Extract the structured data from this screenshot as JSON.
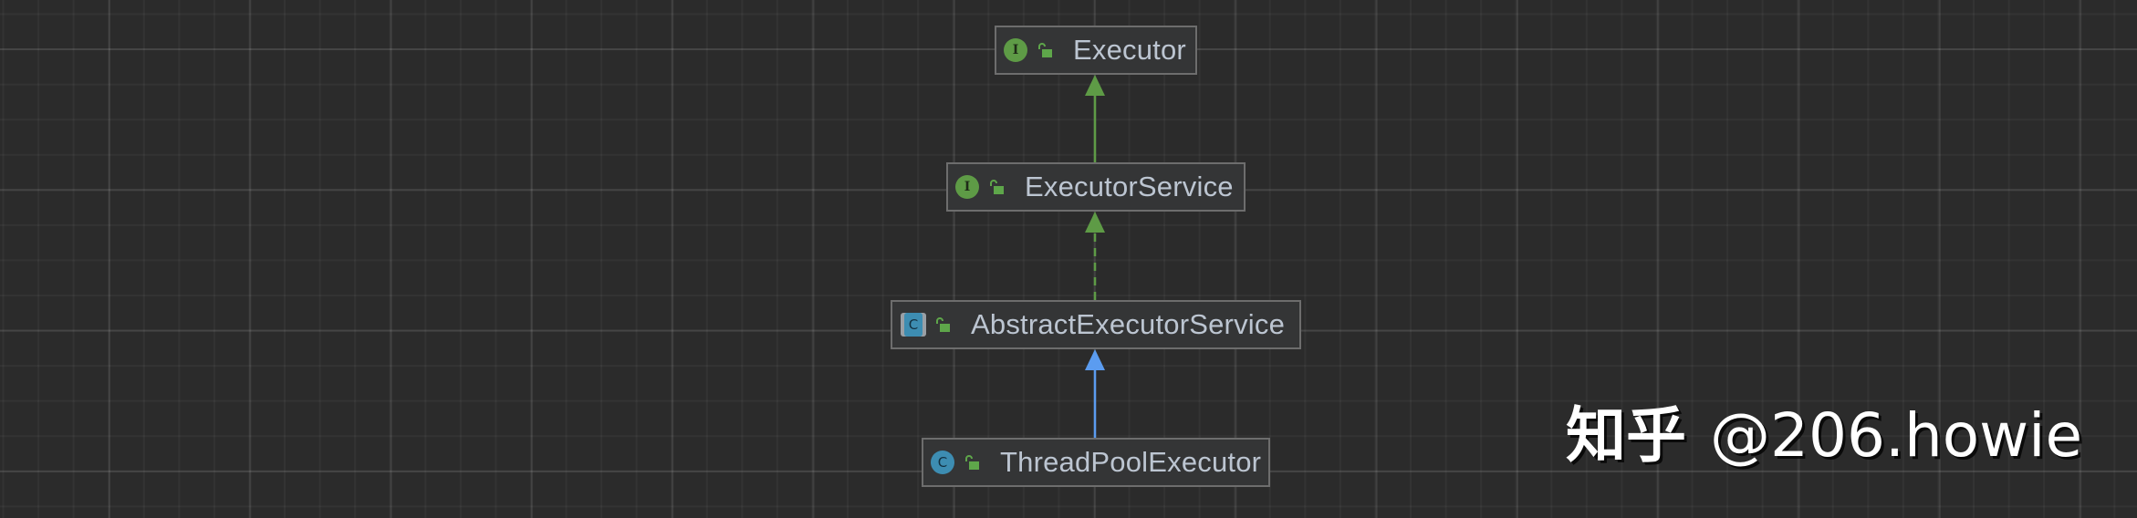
{
  "diagram": {
    "type": "uml-class-hierarchy",
    "theme": {
      "background": "#2b2b2b",
      "node_background": "#343536",
      "node_border": "#6d6d6d",
      "node_text": "#bcc5d1",
      "interface_icon_color": "#5e9b46",
      "class_icon_color": "#3d8db2",
      "lock_icon_color": "#5ea64a",
      "extends_interface_edge_color": "#5e9b46",
      "implements_edge_color": "#5e9b46",
      "extends_class_edge_color": "#5b9cf0"
    },
    "nodes": [
      {
        "id": "executor",
        "label": "Executor",
        "kind": "interface",
        "kind_glyph": "I",
        "visibility": "public",
        "visibility_icon": "unlocked-padlock-icon"
      },
      {
        "id": "executor-service",
        "label": "ExecutorService",
        "kind": "interface",
        "kind_glyph": "I",
        "visibility": "public",
        "visibility_icon": "unlocked-padlock-icon"
      },
      {
        "id": "abstract-executor-service",
        "label": "AbstractExecutorService",
        "kind": "abstract-class",
        "kind_glyph": "C",
        "visibility": "public",
        "visibility_icon": "unlocked-padlock-icon"
      },
      {
        "id": "thread-pool-executor",
        "label": "ThreadPoolExecutor",
        "kind": "class",
        "kind_glyph": "C",
        "visibility": "public",
        "visibility_icon": "unlocked-padlock-icon"
      }
    ],
    "edges": [
      {
        "from": "executor-service",
        "to": "executor",
        "relation": "extends",
        "style": "solid",
        "color": "#5e9b46"
      },
      {
        "from": "abstract-executor-service",
        "to": "executor-service",
        "relation": "implements",
        "style": "dashed",
        "color": "#5e9b46"
      },
      {
        "from": "thread-pool-executor",
        "to": "abstract-executor-service",
        "relation": "extends",
        "style": "solid",
        "color": "#5b9cf0"
      }
    ]
  },
  "watermark": {
    "site": "知乎",
    "handle": "@206.howie"
  }
}
